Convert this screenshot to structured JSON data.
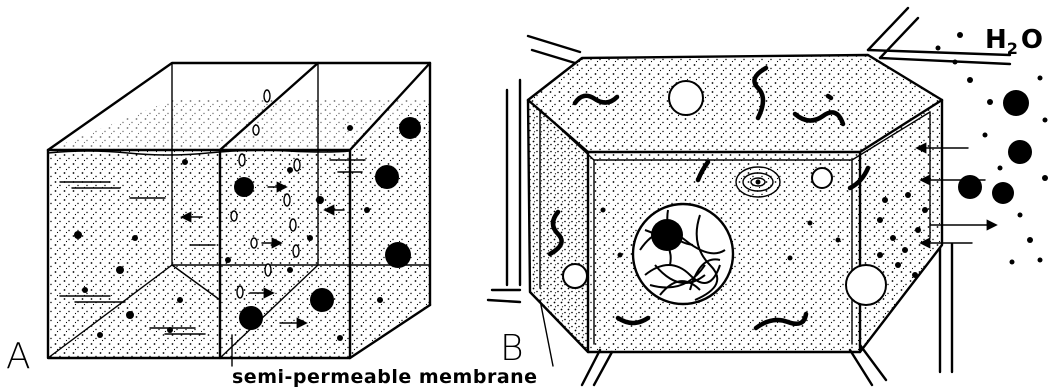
{
  "figure": {
    "panel_a_label": "A",
    "panel_b_label": "B",
    "membrane_caption": "semi-permeable membrane",
    "water_label": {
      "main": "H",
      "subscript": "2",
      "tail": "O"
    }
  }
}
